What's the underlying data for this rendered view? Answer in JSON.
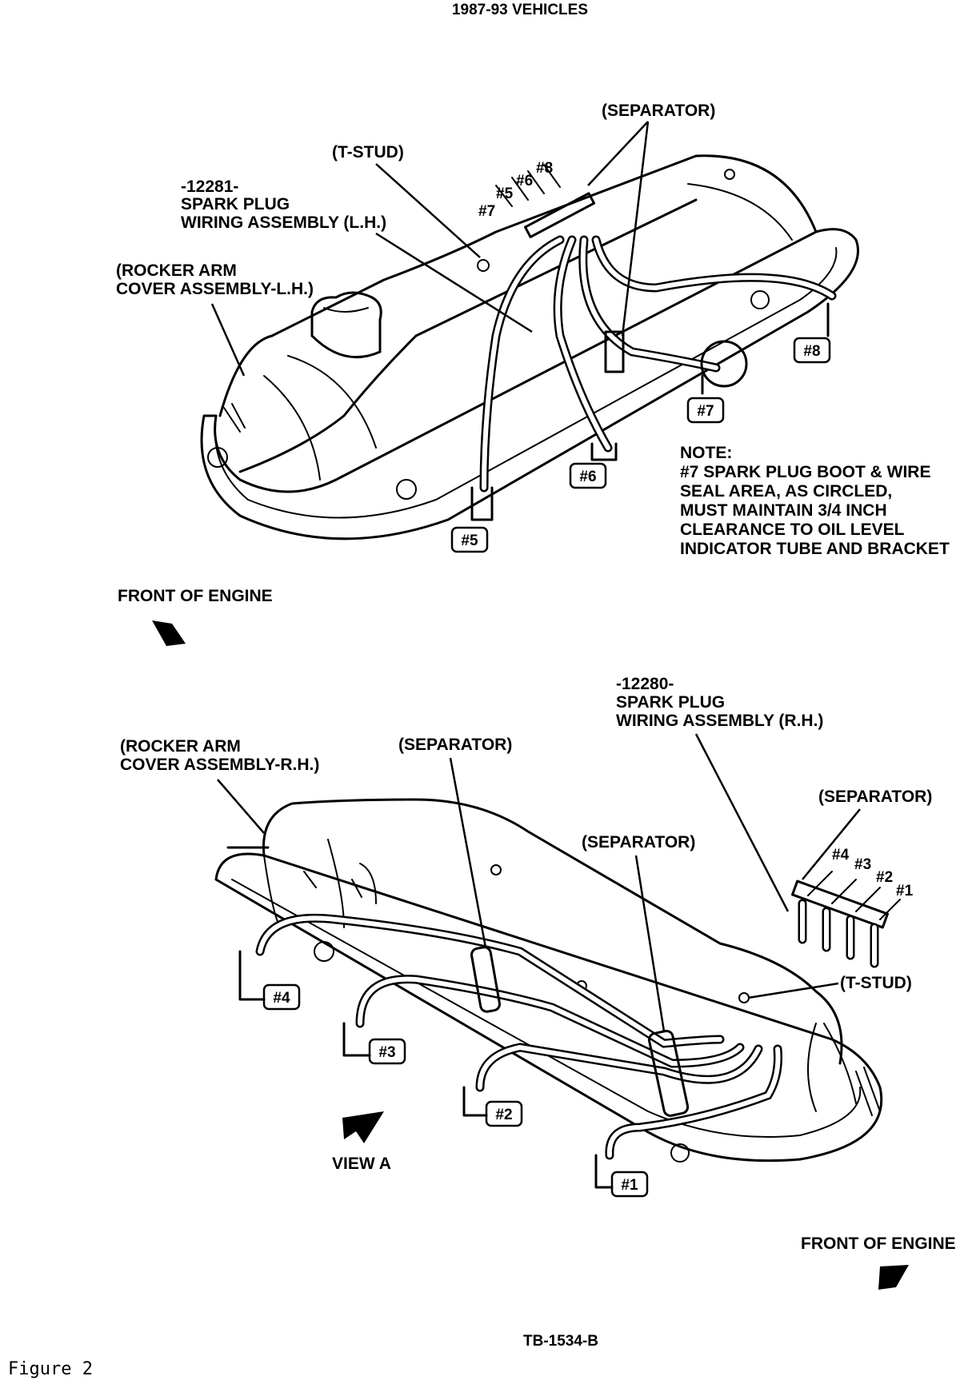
{
  "header": {
    "title": "1987-93 VEHICLES"
  },
  "top": {
    "separator": "(SEPARATOR)",
    "tstud": "(T-STUD)",
    "wiring_part": "-12281-",
    "wiring_l1": "SPARK PLUG",
    "wiring_l2": "WIRING ASSEMBLY (L.H.)",
    "cover_l1": "(ROCKER ARM",
    "cover_l2": "COVER ASSEMBLY-L.H.)",
    "pins": [
      "#7",
      "#5",
      "#6",
      "#8"
    ],
    "plugs": [
      "#5",
      "#6",
      "#7",
      "#8"
    ],
    "note": [
      "NOTE:",
      "#7 SPARK PLUG BOOT & WIRE",
      "SEAL AREA, AS CIRCLED,",
      "MUST MAINTAIN 3/4 INCH",
      "CLEARANCE TO OIL LEVEL",
      "INDICATOR TUBE AND BRACKET"
    ],
    "front": "FRONT OF ENGINE"
  },
  "bottom": {
    "wiring_part": "-12280-",
    "wiring_l1": "SPARK PLUG",
    "wiring_l2": "WIRING ASSEMBLY (R.H.)",
    "cover_l1": "(ROCKER ARM",
    "cover_l2": "COVER ASSEMBLY-R.H.)",
    "separator_left": "(SEPARATOR)",
    "separator_mid": "(SEPARATOR)",
    "separator_right": "(SEPARATOR)",
    "tstud": "(T-STUD)",
    "pins": [
      "#4",
      "#3",
      "#2",
      "#1"
    ],
    "plugs": [
      "#4",
      "#3",
      "#2",
      "#1"
    ],
    "view": "VIEW A",
    "front": "FRONT OF ENGINE"
  },
  "footer": {
    "code": "TB-1534-B",
    "caption": "Figure 2"
  }
}
